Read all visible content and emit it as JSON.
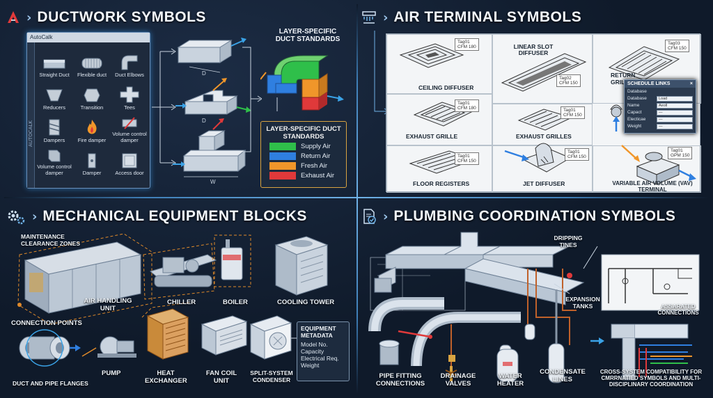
{
  "colors": {
    "supply": "#2fbf4a",
    "return": "#2f7fe0",
    "fresh": "#f0962a",
    "exhaust": "#e0393a",
    "accent": "#6fb1e6",
    "background": "#0f1a2a"
  },
  "ductwork": {
    "title": "DUCTWORK SYMBOLS",
    "icon": "autocad-logo-icon",
    "palette": {
      "app_name": "AutoCalk",
      "side_label": "AUTOCALK",
      "items": [
        {
          "label": "Straight Duct",
          "icon": "straight-duct-icon"
        },
        {
          "label": "Flexible duct",
          "icon": "flexible-duct-icon"
        },
        {
          "label": "Duct Elbows",
          "icon": "duct-elbow-icon"
        },
        {
          "label": "Reducers",
          "icon": "reducer-icon"
        },
        {
          "label": "Transition",
          "icon": "transition-icon"
        },
        {
          "label": "Tees",
          "icon": "tee-icon"
        },
        {
          "label": "Dampers",
          "icon": "damper-icon"
        },
        {
          "label": "Fire damper",
          "icon": "fire-damper-icon"
        },
        {
          "label": "Volume control damper",
          "icon": "volume-damper-icon"
        },
        {
          "label": "Volume control damper",
          "icon": "volume-damper-2-icon"
        },
        {
          "label": "Damper",
          "icon": "damper-2-icon"
        },
        {
          "label": "Access door",
          "icon": "access-door-icon"
        }
      ]
    },
    "dim_d": "D",
    "dim_w": "W",
    "layer_header": "LAYER-SPECIFIC DUCT STANDARDS",
    "legend": {
      "title": "LAYER-SPECIFIC DUCT STANDARDS",
      "items": [
        {
          "label": "Supply Air",
          "color": "#2fbf4a"
        },
        {
          "label": "Return Air",
          "color": "#2f7fe0"
        },
        {
          "label": "Fresh Air",
          "color": "#f0962a"
        },
        {
          "label": "Exhaust Air",
          "color": "#e0393a"
        }
      ]
    }
  },
  "air_terminal": {
    "title": "AIR TERMINAL SYMBOLS",
    "icon": "air-terminal-icon",
    "labels": {
      "ceiling_diffuser": "CEILING DIFFUSER",
      "linear_slot": "LINEAR SLOT DIFFUSER",
      "return_grille": "RETURN GRILLE",
      "exhaust_grille": "EXHAUST GRILLE",
      "exhaust_grilles": "EXHAUST GRILLES",
      "floor_registers": "FLOOR REGISTERS",
      "jet_diffuser": "JET DIFFUSER",
      "vav": "VARIABLE AIR VOLUME (VAV) TERMINAL"
    },
    "tags": {
      "t1": [
        "Tag01",
        "CFM 180"
      ],
      "t2": [
        "Tag02",
        "CFM 150"
      ],
      "t3": [
        "Tag03",
        "CFM 150"
      ],
      "t4": [
        "Tag01",
        "CFM 180"
      ],
      "t5": [
        "Tag01",
        "CFM 150"
      ],
      "t6": [
        "Tag01",
        "CFM 150"
      ],
      "t7": [
        "Tag01",
        "CFM 150"
      ],
      "t8": [
        "Tag01",
        "GPM 150"
      ]
    },
    "schedule": {
      "title": "SCHEDULE LINKS",
      "rows": [
        {
          "key": "Database",
          "value": ""
        },
        {
          "key": "Database",
          "value": "Load"
        },
        {
          "key": "Name",
          "value": "Aeoll"
        },
        {
          "key": "Capact",
          "value": "—"
        },
        {
          "key": "Electicae",
          "value": "—"
        },
        {
          "key": "Weight",
          "value": "—"
        }
      ]
    }
  },
  "mechanical": {
    "title": "MECHANICAL EQUIPMENT BLOCKS",
    "icon": "gears-icon",
    "labels": {
      "maintenance": "MAINTENANCE CLEARANCE ZONES",
      "ahu": "AIR HANDLING UNIT",
      "chiller": "CHILLER",
      "boiler": "BOILER",
      "cooling_tower": "COOLING TOWER",
      "connection_points": "CONNECTION POINTS",
      "flanges": "DUCT AND PIPE FLANGES",
      "pump": "PUMP",
      "heat_exchanger": "HEAT EXCHANGER",
      "fan_coil": "FAN COIL UNIT",
      "split": "SPLIT-SYSTEM CONDENSER"
    },
    "metadata": {
      "title": "EQUIPMENT METADATA",
      "items": [
        "Model No.",
        "Capacity",
        "Electrical Req.",
        "Weight"
      ]
    }
  },
  "plumbing": {
    "title": "PLUMBING COORDINATION SYMBOLS",
    "icon": "document-check-icon",
    "labels": {
      "dripping": "DRIPPING TINES",
      "expansion": "EXPANSION TANKS",
      "assarated": "ASSARATED CONNECTIONS",
      "pipe_fitting": "PIPE FITTING CONNECTIONS",
      "drainage": "DRAINAGE VALVES",
      "water_heater": "WATER HEATER",
      "condensate": "CONDENSATE LINES",
      "cross_system": "CROSS-SYSTEM COMPATIBILITY FOR CMRRNATIED SYMBOLS AND MULTI-DISCIPLINARY COORDINATION"
    }
  }
}
